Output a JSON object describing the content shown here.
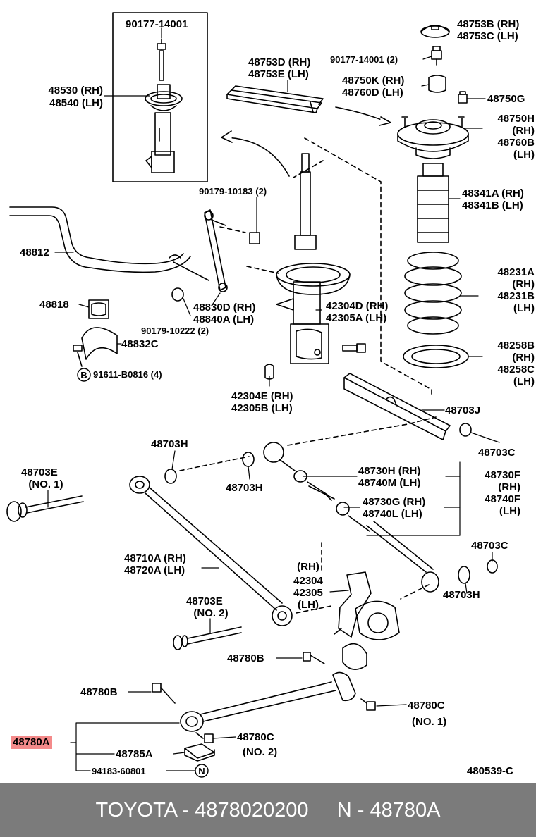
{
  "diagram": {
    "ref_code": "480539-C",
    "labels": {
      "strut_top_bolt": "90177-14001",
      "strut_rh": "48530 (RH)",
      "strut_lh": "48540 (LH)",
      "sup_rh": "48753D (RH)",
      "sup_lh": "48753E (LH)",
      "nut_qty": "90177-14001 (2)",
      "cap_rh": "48753B (RH)",
      "cap_lh": "48753C (LH)",
      "bump_rh": "48750K (RH)",
      "bump_lh": "48760D (LH)",
      "nut_48750g": "48750G",
      "mount_a": "48750H",
      "mount_b": "(RH)",
      "mount_c": "48760B",
      "mount_d": "(LH)",
      "stopper_rh": "48341A (RH)",
      "stopper_lh": "48341B (LH)",
      "spring_a": "48231A",
      "spring_b": "(RH)",
      "spring_c": "48231B",
      "spring_d": "(LH)",
      "seat_a": "48258B",
      "seat_b": "(RH)",
      "seat_c": "48258C",
      "seat_d": "(LH)",
      "nut_90179_10183": "90179-10183 (2)",
      "stab_bar": "48812",
      "stab_bush": "48818",
      "stab_bracket": "48832C",
      "bolt_circle": "B",
      "bolt_91611": "91611-B0816 (4)",
      "link_rh": "48830D (RH)",
      "link_lh": "48840A (LH)",
      "nut_90179_10222": "90179-10222 (2)",
      "shock_rh": "42304D (RH)",
      "shock_lh": "42305A (LH)",
      "bush_rh": "42304E (RH)",
      "bush_lh": "42305B (LH)",
      "member": "48703J",
      "washer_703c_1": "48703C",
      "washer_703h_1": "48703H",
      "washer_703h_2": "48703H",
      "bolt_703e_1": "48703E",
      "bolt_703e_1_no": "(NO. 1)",
      "arm_730h": "48730H (RH)",
      "arm_740m": "48740M (LH)",
      "arm_730f": "48730F",
      "arm_730f_rh": "(RH)",
      "arm_740f": "48740F",
      "arm_740f_lh": "(LH)",
      "arm_730g": "48730G (RH)",
      "arm_740l": "48740L (LH)",
      "washer_703c_2": "48703C",
      "arm_710a": "48710A (RH)",
      "arm_720a": "48720A (LH)",
      "carrier_rh": "(RH)",
      "carrier_a": "42304",
      "carrier_b": "42305",
      "carrier_lh": "(LH)",
      "washer_703h_3": "48703H",
      "bolt_703e_2": "48703E",
      "bolt_703e_2_no": "(NO. 2)",
      "bolt_780b_1": "48780B",
      "bolt_780b_2": "48780B",
      "nut_780c_1": "48780C",
      "nut_780c_1_no": "(NO. 1)",
      "strut_rod": "48780A",
      "nut_780c_2": "48780C",
      "nut_780c_2_no": "(NO. 2)",
      "plate_785a": "48785A",
      "nut_94183": "94183-60801",
      "n_circle": "N"
    }
  },
  "footer": {
    "brand": "TOYOTA",
    "part_number": "4878020200",
    "callout": "N",
    "part_code": "48780A"
  }
}
